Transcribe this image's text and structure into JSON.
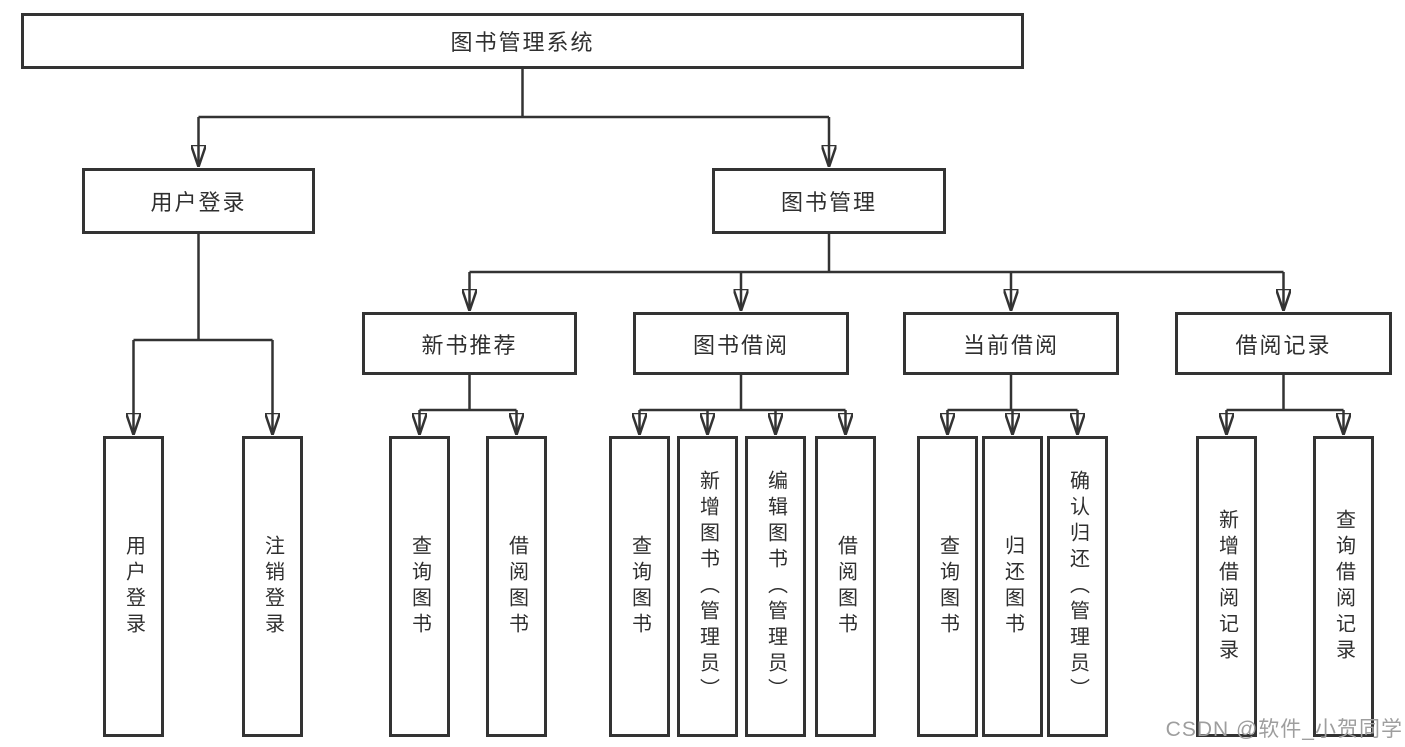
{
  "colors": {
    "line": "#333333",
    "box_border": "#333333",
    "box_text": "#2f2f2f",
    "watermark_text": "#9e9e9e",
    "background": "#ffffff"
  },
  "diagram": {
    "root": {
      "label": "图书管理系统"
    },
    "branches": [
      {
        "label": "用户登录",
        "children": [
          {
            "label": "用户登录"
          },
          {
            "label": "注销登录"
          }
        ]
      },
      {
        "label": "图书管理",
        "children": [
          {
            "label": "新书推荐",
            "children": [
              {
                "label": "查询图书"
              },
              {
                "label": "借阅图书"
              }
            ]
          },
          {
            "label": "图书借阅",
            "children": [
              {
                "label": "查询图书"
              },
              {
                "label": "新增图书（管理员）"
              },
              {
                "label": "编辑图书（管理员）"
              },
              {
                "label": "借阅图书"
              }
            ]
          },
          {
            "label": "当前借阅",
            "children": [
              {
                "label": "查询图书"
              },
              {
                "label": "归还图书"
              },
              {
                "label": "确认归还（管理员）"
              }
            ]
          },
          {
            "label": "借阅记录",
            "children": [
              {
                "label": "新增借阅记录"
              },
              {
                "label": "查询借阅记录"
              }
            ]
          }
        ]
      }
    ]
  },
  "watermark": {
    "text": "CSDN @软件_小贺同学"
  }
}
